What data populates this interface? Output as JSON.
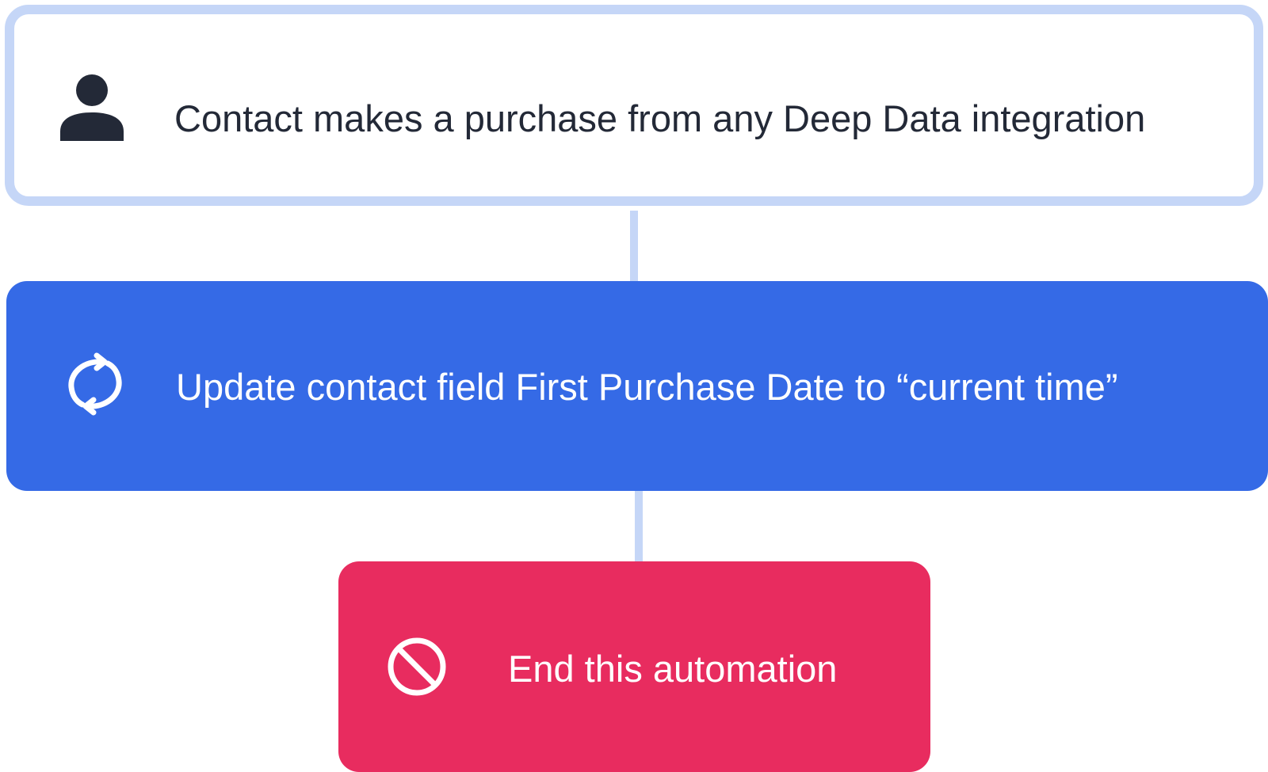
{
  "diagram": {
    "trigger": {
      "icon": "person-icon",
      "label": "Contact makes a purchase from any Deep Data integration"
    },
    "action": {
      "icon": "refresh-icon",
      "label": "Update contact field First Purchase Date to “current time”"
    },
    "end": {
      "icon": "block-icon",
      "label": "End this automation"
    }
  },
  "colors": {
    "trigger_border": "#c5d6f7",
    "trigger_text": "#232937",
    "action_background": "#356ae6",
    "end_background": "#e82c5f",
    "connector": "#c5d6f7"
  }
}
